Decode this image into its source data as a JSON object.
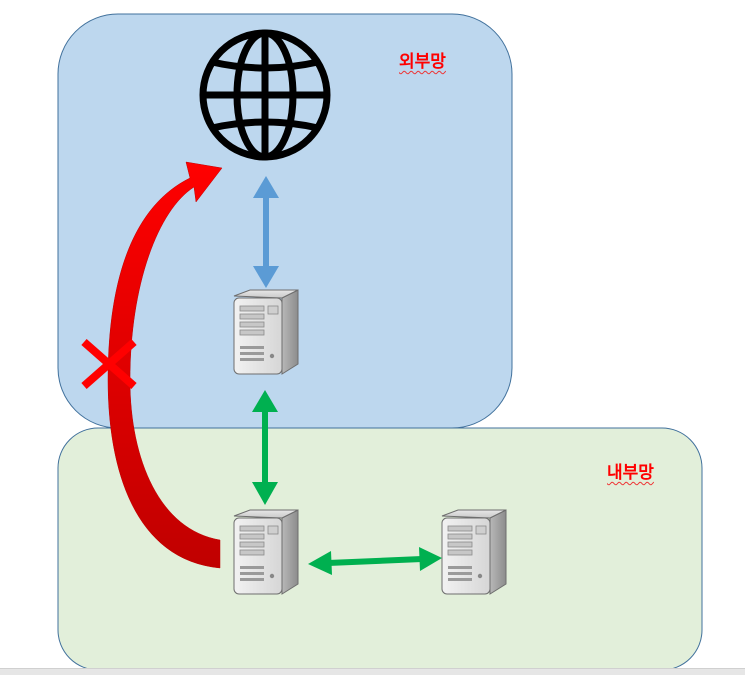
{
  "zones": {
    "external": {
      "label": "외부망",
      "fill": "#bdd7ee",
      "stroke": "#41719c"
    },
    "internal": {
      "label": "내부망",
      "fill": "#e2efda",
      "stroke": "#41719c"
    }
  },
  "icons": {
    "internet": "globe-icon",
    "server": "server-icon",
    "blocked": "x-mark-icon"
  },
  "links": [
    {
      "from": "internet",
      "to": "dmz-server",
      "style": "bidirectional",
      "color": "#5b9bd5"
    },
    {
      "from": "dmz-server",
      "to": "internal-server-1",
      "style": "bidirectional",
      "color": "#00b050"
    },
    {
      "from": "internal-server-1",
      "to": "internal-server-2",
      "style": "bidirectional",
      "color": "#00b050"
    },
    {
      "from": "internal-server-1",
      "to": "internet",
      "style": "curved-blocked",
      "color": "#ff0000"
    }
  ],
  "colors": {
    "blocked_arrow": "#ff0000",
    "blocked_mark": "#ff0000",
    "globe": "#000000"
  }
}
